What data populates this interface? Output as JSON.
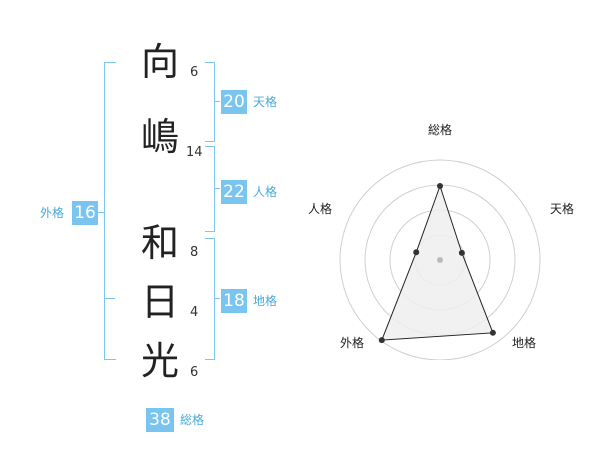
{
  "name_chars": [
    {
      "char": "向",
      "strokes": "6"
    },
    {
      "char": "嶋",
      "strokes": "14"
    },
    {
      "char": "和",
      "strokes": "8"
    },
    {
      "char": "日",
      "strokes": "4"
    },
    {
      "char": "光",
      "strokes": "6"
    }
  ],
  "fortunes": {
    "tenkaku": {
      "value": "20",
      "label": "天格"
    },
    "jinkaku": {
      "value": "22",
      "label": "人格"
    },
    "chikaku": {
      "value": "18",
      "label": "地格"
    },
    "gaikaku": {
      "value": "16",
      "label": "外格"
    },
    "soukaku": {
      "value": "38",
      "label": "総格"
    }
  },
  "radar": {
    "axes": [
      "総格",
      "天格",
      "地格",
      "外格",
      "人格"
    ],
    "values": [
      0.74,
      0.23,
      0.9,
      0.99,
      0.25
    ],
    "rings": 4,
    "colors": {
      "ring": "#d0d0d0",
      "fill": "#eeeeee",
      "line": "#222222",
      "point": "#333333",
      "center": "#bbbbbb"
    }
  }
}
